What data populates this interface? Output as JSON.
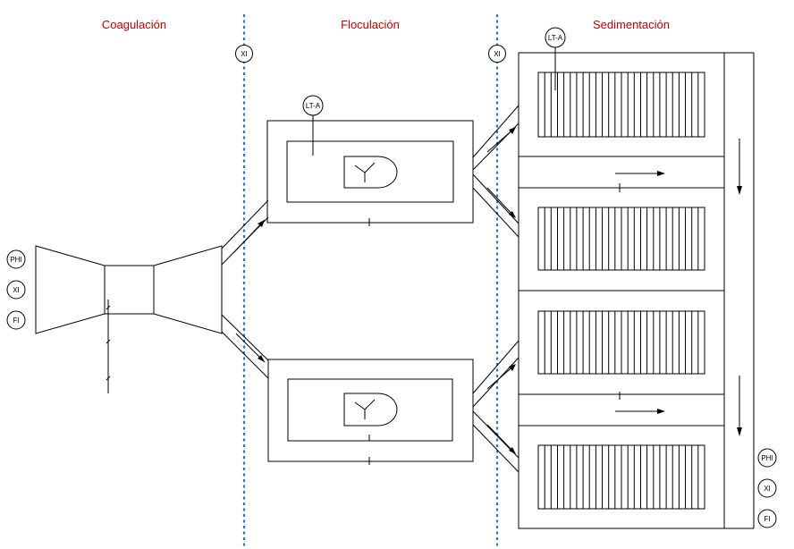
{
  "sections": {
    "coagulation": "Coagulación",
    "flocculation": "Floculación",
    "sedimentation": "Sedimentación"
  },
  "colors": {
    "section_title": "#c00000",
    "separator": "#2f72c4",
    "line": "#000000"
  },
  "instruments": {
    "separator_1": "XI",
    "separator_2": "XI",
    "inlet_phi": "PHI",
    "inlet_xi": "XI",
    "inlet_fi": "FI",
    "outlet_phi": "PHI",
    "outlet_xi": "XI",
    "outlet_fi": "FI",
    "flocculator_level": "LT-A",
    "settler_level": "LT-A"
  }
}
